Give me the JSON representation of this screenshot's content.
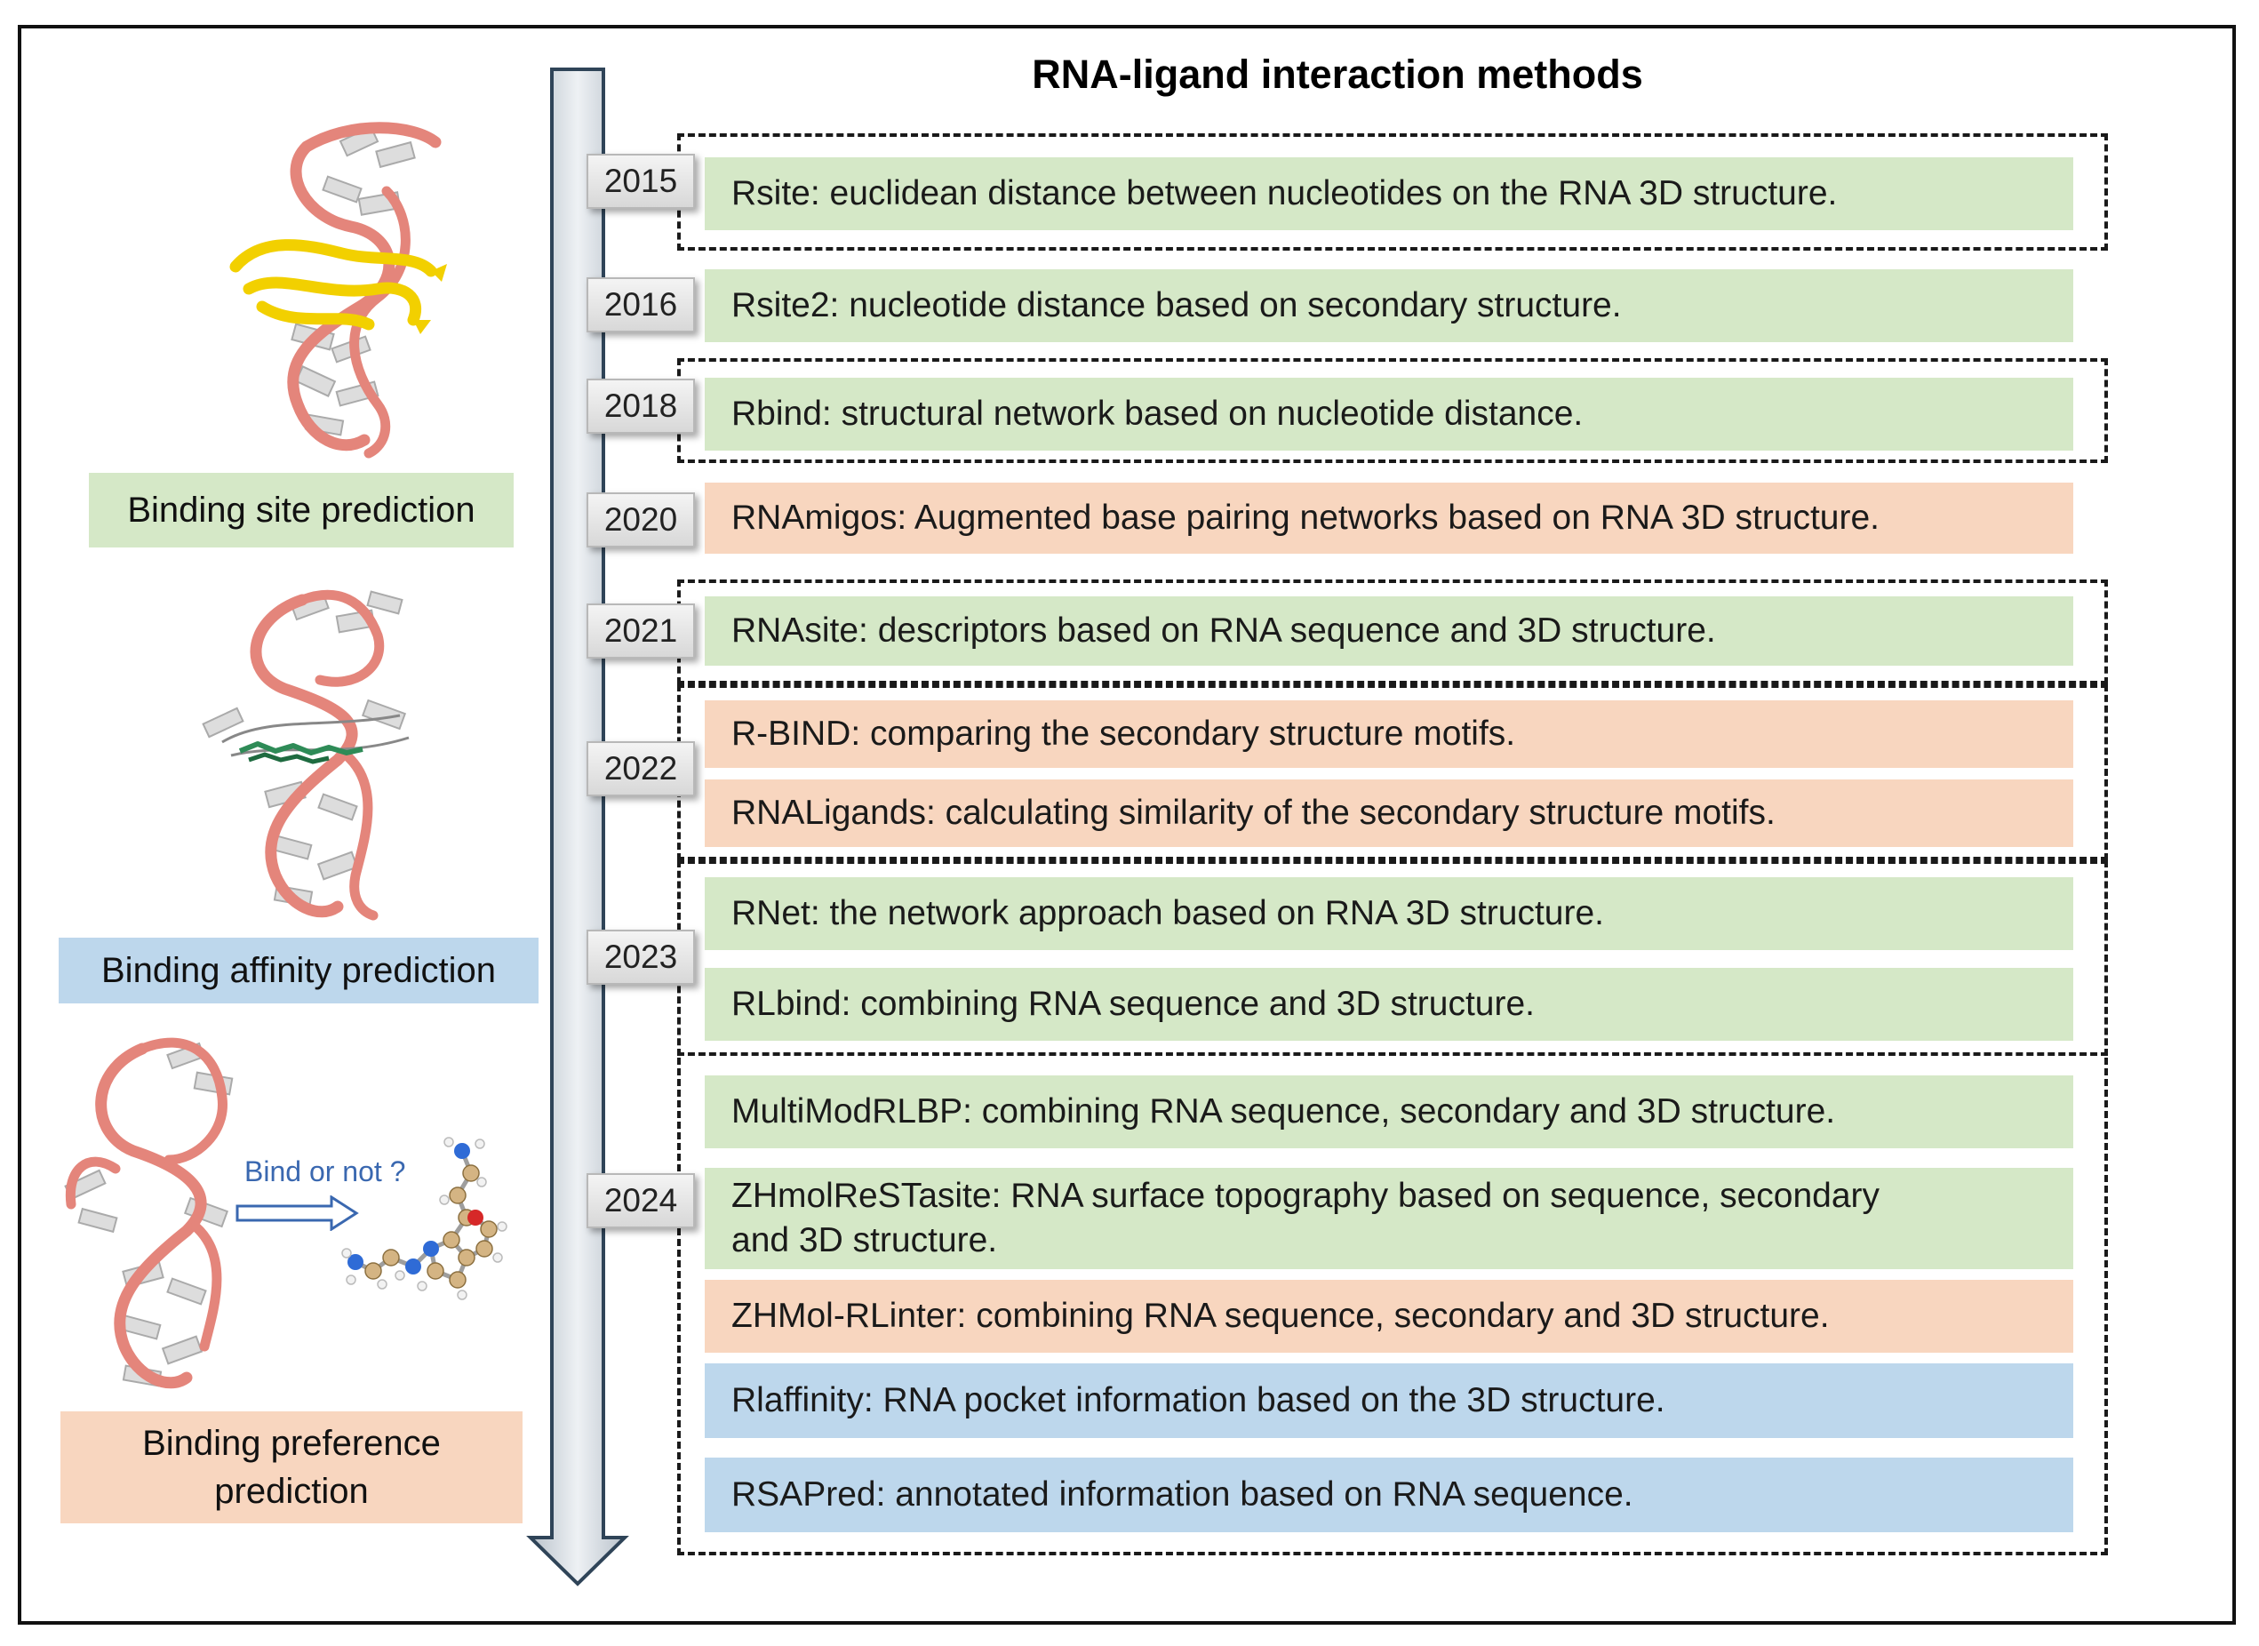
{
  "title": "RNA-ligand interaction methods",
  "categories": {
    "site": "Binding site prediction",
    "affinity": "Binding affinity prediction",
    "preference_line1": "Binding preference",
    "preference_line2": "prediction"
  },
  "bind_or_not": "Bind or not ?",
  "years": [
    "2015",
    "2016",
    "2018",
    "2020",
    "2021",
    "2022",
    "2023",
    "2024"
  ],
  "methods": [
    {
      "year": "2015",
      "text": "Rsite: euclidean distance between nucleotides on the RNA  3D structure.",
      "category": "Binding site prediction"
    },
    {
      "year": "2016",
      "text": "Rsite2: nucleotide distance based on secondary structure.",
      "category": "Binding site prediction"
    },
    {
      "year": "2018",
      "text": "Rbind: structural network based on nucleotide distance.",
      "category": "Binding site prediction"
    },
    {
      "year": "2020",
      "text": "RNAmigos: Augmented base pairing networks based on RNA 3D structure.",
      "category": "Binding preference prediction"
    },
    {
      "year": "2021",
      "text": "RNAsite: descriptors based on RNA sequence and 3D structure.",
      "category": "Binding site prediction"
    },
    {
      "year": "2022",
      "text": "R-BIND: comparing the secondary structure motifs.",
      "category": "Binding preference prediction"
    },
    {
      "year": "2022",
      "text": "RNALigands: calculating similarity of the secondary structure motifs.",
      "category": "Binding preference prediction"
    },
    {
      "year": "2023",
      "text": "RNet: the network approach based on RNA 3D structure.",
      "category": "Binding site prediction"
    },
    {
      "year": "2023",
      "text": "RLbind: combining RNA sequence and 3D structure.",
      "category": "Binding site prediction"
    },
    {
      "year": "2024",
      "text": "MultiModRLBP: combining RNA sequence, secondary and 3D structure.",
      "category": "Binding site prediction"
    },
    {
      "year": "2024",
      "text_line1": "ZHmolReSTasite: RNA surface topography based on sequence, secondary",
      "text_line2": "and 3D structure.",
      "category": "Binding site prediction"
    },
    {
      "year": "2024",
      "text": "ZHMol-RLinter: combining RNA sequence, secondary and 3D structure.",
      "category": "Binding preference prediction"
    },
    {
      "year": "2024",
      "text": "Rlaffinity: RNA pocket information based on the 3D structure.",
      "category": "Binding affinity prediction"
    },
    {
      "year": "2024",
      "text": "RSAPred: annotated information based on RNA sequence.",
      "category": "Binding affinity prediction"
    }
  ],
  "colors": {
    "site": "#d5e8c7",
    "preference": "#f8d6bf",
    "affinity": "#bdd7ec",
    "timeline": "#cfd6dd",
    "timeline_border": "#2f4458"
  },
  "icons": [
    "rna-ribbon-with-protein-icon",
    "rna-ribbon-with-ligand-icon",
    "rna-ribbon-icon",
    "arrow-right-icon",
    "small-molecule-icon"
  ]
}
